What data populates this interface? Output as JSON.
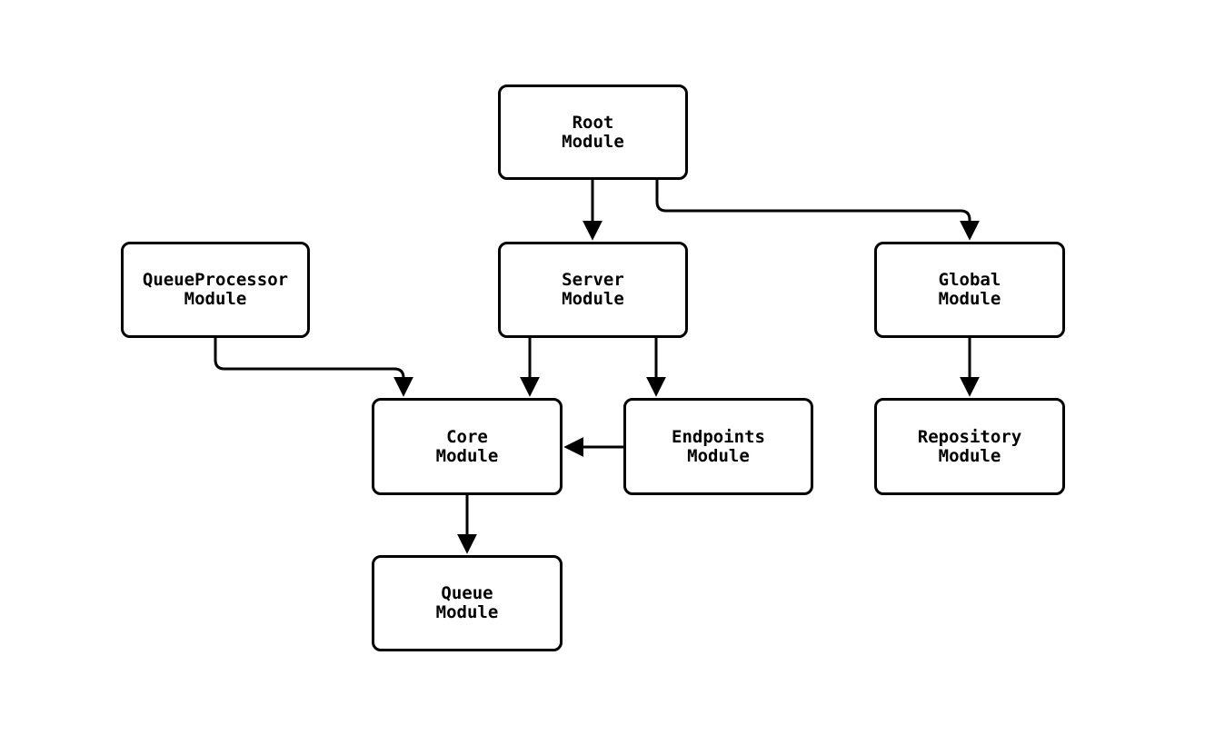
{
  "diagram": {
    "type": "flowchart",
    "direction": "top-down",
    "colors": {
      "background": "#ffffff",
      "node_fill": "#ffffff",
      "node_border": "#000000",
      "edge": "#000000",
      "text": "#000000"
    },
    "nodes": {
      "root": {
        "label": "Root\nModule"
      },
      "queueprocessor": {
        "label": "QueueProcessor\nModule"
      },
      "server": {
        "label": "Server\nModule"
      },
      "global": {
        "label": "Global\nModule"
      },
      "core": {
        "label": "Core\nModule"
      },
      "endpoints": {
        "label": "Endpoints\nModule"
      },
      "repository": {
        "label": "Repository\nModule"
      },
      "queue": {
        "label": "Queue\nModule"
      }
    },
    "edges": [
      {
        "from": "Root Module",
        "to": "Server Module"
      },
      {
        "from": "Root Module",
        "to": "Global Module"
      },
      {
        "from": "QueueProcessor Module",
        "to": "Core Module"
      },
      {
        "from": "Server Module",
        "to": "Core Module"
      },
      {
        "from": "Server Module",
        "to": "Endpoints Module"
      },
      {
        "from": "Endpoints Module",
        "to": "Core Module"
      },
      {
        "from": "Global Module",
        "to": "Repository Module"
      },
      {
        "from": "Core Module",
        "to": "Queue Module"
      }
    ]
  }
}
